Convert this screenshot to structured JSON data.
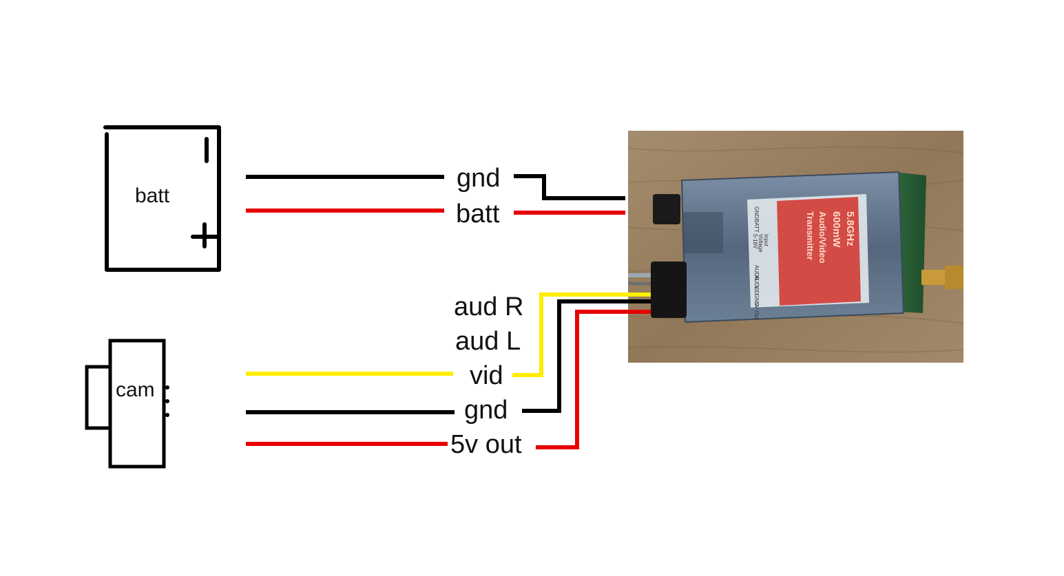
{
  "components": {
    "battery": {
      "label": "batt",
      "minus_symbol": "−",
      "plus_symbol": "+"
    },
    "camera": {
      "label": "cam"
    },
    "transmitter": {
      "image_note": "photo of video transmitter module",
      "face_lines": [
        "5.8GHz",
        "600mW",
        "Audio/Video",
        "Transmitter"
      ],
      "pin_labels": [
        "GND",
        "BATT",
        "Input",
        "Voltage",
        "5-16V",
        "AUDR",
        "AUDL",
        "VID",
        "GND",
        "5V Out"
      ]
    }
  },
  "wires": {
    "gnd_batt": {
      "label": "gnd",
      "color": "#000000"
    },
    "batt": {
      "label": "batt",
      "color": "#e60000"
    },
    "aud_r": {
      "label": "aud R",
      "color": "#000000"
    },
    "aud_l": {
      "label": "aud L",
      "color": "#000000"
    },
    "vid": {
      "label": "vid",
      "color": "#ffee00"
    },
    "gnd_cam": {
      "label": "gnd",
      "color": "#000000"
    },
    "out_5v": {
      "label": "5v out",
      "color": "#e60000"
    }
  },
  "colors": {
    "ground": "#000000",
    "power": "#e60000",
    "video": "#ffee00",
    "board_shell": "#5a6b80",
    "label_sticker": "#d9534f",
    "wood": "#9b8365"
  }
}
